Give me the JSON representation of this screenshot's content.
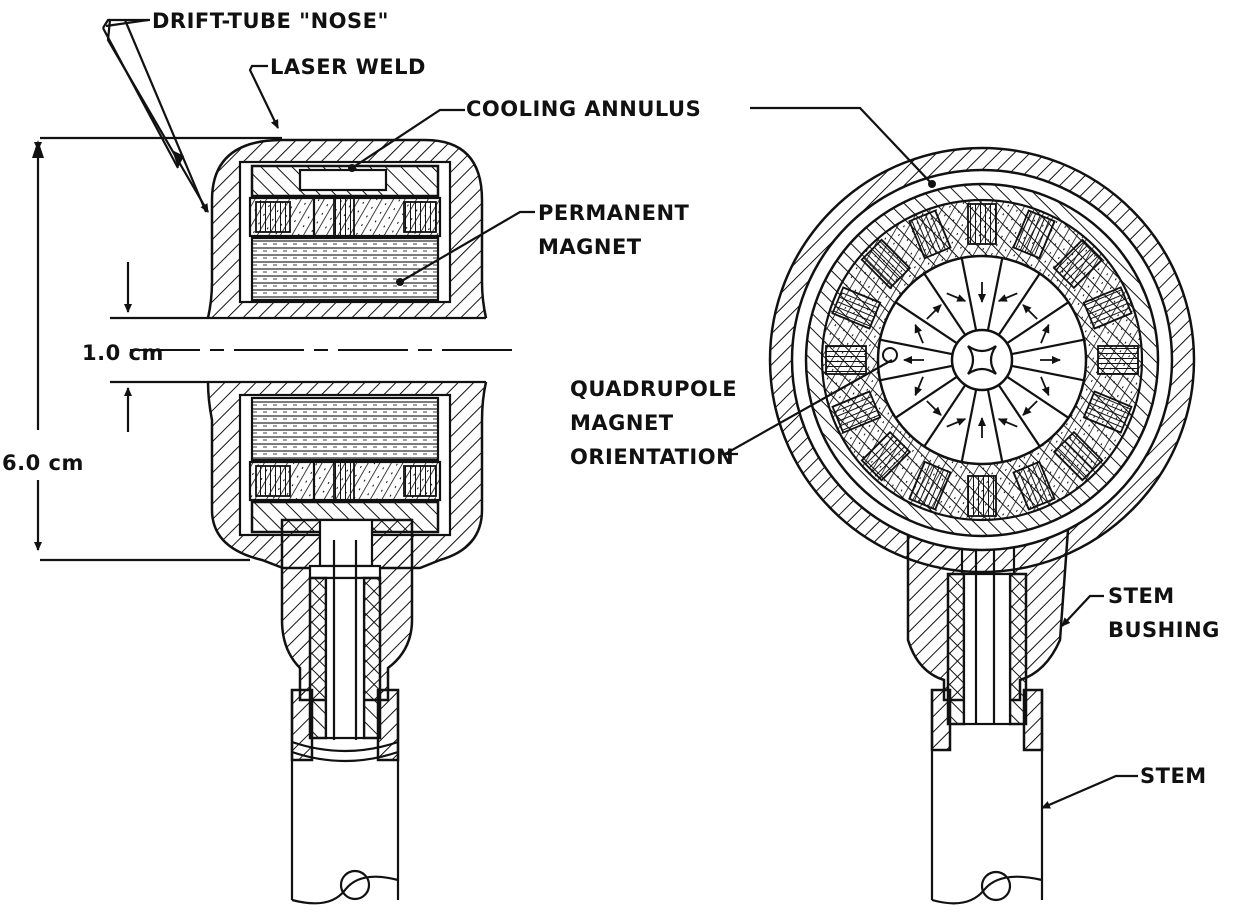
{
  "labels": {
    "drift_tube_nose": "DRIFT-TUBE \"NOSE\"",
    "laser_weld": "LASER WELD",
    "cooling_annulus": "COOLING ANNULUS",
    "permanent_magnet_1": "PERMANENT",
    "permanent_magnet_2": "MAGNET",
    "bore": "1.0 cm",
    "height": "6.0 cm",
    "quadrupole_1": "QUADRUPOLE",
    "quadrupole_2": "MAGNET",
    "quadrupole_3": "ORIENTATION",
    "stem_bushing_1": "STEM",
    "stem_bushing_2": "BUSHING",
    "stem": "STEM"
  },
  "colors": {
    "ink": "#111111",
    "paper": "#ffffff"
  }
}
